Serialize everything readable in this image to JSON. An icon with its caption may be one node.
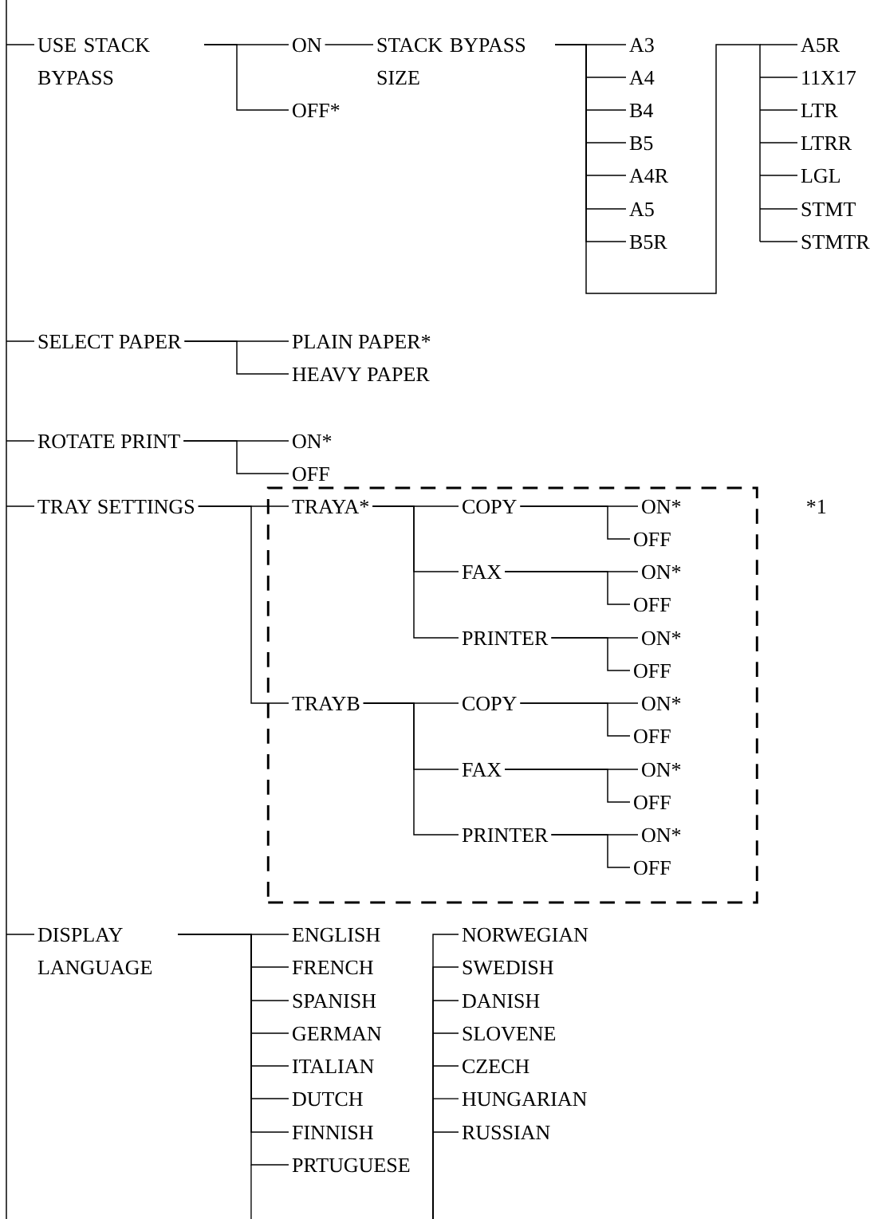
{
  "diagram": {
    "nodes": [
      {
        "text": [
          "USE STACK BYPASS"
        ]
      },
      {
        "text": [
          "ON"
        ]
      },
      {
        "text": [
          "OFF*"
        ]
      },
      {
        "text": [
          "STACK BYPASS SIZE"
        ]
      },
      {
        "text": [
          "A3"
        ]
      },
      {
        "text": [
          "A4"
        ]
      },
      {
        "text": [
          "B4"
        ]
      },
      {
        "text": [
          "B5"
        ]
      },
      {
        "text": [
          "A4R"
        ]
      },
      {
        "text": [
          "A5"
        ]
      },
      {
        "text": [
          "B5R"
        ]
      },
      {
        "text": [
          "A5R"
        ]
      },
      {
        "text": [
          "11X17"
        ]
      },
      {
        "text": [
          "LTR"
        ]
      },
      {
        "text": [
          "LTRR"
        ]
      },
      {
        "text": [
          "LGL"
        ]
      },
      {
        "text": [
          "STMT"
        ]
      },
      {
        "text": [
          "STMTR"
        ]
      },
      {
        "text": [
          "SELECT PAPER"
        ]
      },
      {
        "text": [
          "PLAIN PAPER*"
        ]
      },
      {
        "text": [
          "HEAVY PAPER"
        ]
      },
      {
        "text": [
          "ROTATE PRINT"
        ]
      },
      {
        "text": [
          "ON*"
        ]
      },
      {
        "text": [
          "OFF"
        ]
      },
      {
        "text": [
          "TRAY SETTINGS"
        ]
      },
      {
        "text": [],
        "shape": "box",
        "beside": [
          "*1"
        ]
      },
      {
        "text": [
          "TRAYA*"
        ],
        "in": 25
      },
      {
        "text": [
          "COPY"
        ],
        "in": 25
      },
      {
        "text": [
          "ON*"
        ],
        "in": 25
      },
      {
        "text": [
          "OFF"
        ],
        "in": 25
      },
      {
        "text": [
          "FAX"
        ],
        "in": 25
      },
      {
        "text": [
          "ON*"
        ],
        "in": 25
      },
      {
        "text": [
          "OFF"
        ],
        "in": 25
      },
      {
        "text": [
          "PRINTER"
        ],
        "in": 25
      },
      {
        "text": [
          "ON*"
        ],
        "in": 25
      },
      {
        "text": [
          "OFF"
        ],
        "in": 25
      },
      {
        "text": [
          "TRAYB"
        ],
        "in": 25
      },
      {
        "text": [
          "COPY"
        ],
        "in": 25
      },
      {
        "text": [
          "ON*"
        ],
        "in": 25
      },
      {
        "text": [
          "OFF"
        ],
        "in": 25
      },
      {
        "text": [
          "FAX"
        ],
        "in": 25
      },
      {
        "text": [
          "ON*"
        ],
        "in": 25
      },
      {
        "text": [
          "OFF"
        ],
        "in": 25
      },
      {
        "text": [
          "PRINTER"
        ],
        "in": 25
      },
      {
        "text": [
          "ON*"
        ],
        "in": 25
      },
      {
        "text": [
          "OFF"
        ],
        "in": 25
      },
      {
        "text": [
          "DISPLAY LANGUAGE"
        ]
      },
      {
        "text": [
          "ENGLISH"
        ]
      },
      {
        "text": [
          "FRENCH"
        ]
      },
      {
        "text": [
          "SPANISH"
        ]
      },
      {
        "text": [
          "GERMAN"
        ]
      },
      {
        "text": [
          "ITALIAN"
        ]
      },
      {
        "text": [
          "DUTCH"
        ]
      },
      {
        "text": [
          "FINNISH"
        ]
      },
      {
        "text": [
          "PRTUGUESE"
        ]
      },
      {
        "text": [
          "NORWEGIAN"
        ]
      },
      {
        "text": [
          "SWEDISH"
        ]
      },
      {
        "text": [
          "DANISH"
        ]
      },
      {
        "text": [
          "SLOVENE"
        ]
      },
      {
        "text": [
          "CZECH"
        ]
      },
      {
        "text": [
          "HUNGARIAN"
        ]
      },
      {
        "text": [
          "RUSSIAN"
        ]
      }
    ],
    "edges": [
      {
        "from": null,
        "to": 0,
        "arrow": "none"
      },
      {
        "from": 0,
        "to": 1,
        "arrow": "none"
      },
      {
        "from": 0,
        "to": 2,
        "arrow": "none"
      },
      {
        "from": 1,
        "to": 3,
        "arrow": "none"
      },
      {
        "from": 3,
        "to": 4,
        "arrow": "none"
      },
      {
        "from": 3,
        "to": 5,
        "arrow": "none"
      },
      {
        "from": 3,
        "to": 6,
        "arrow": "none"
      },
      {
        "from": 3,
        "to": 7,
        "arrow": "none"
      },
      {
        "from": 3,
        "to": 8,
        "arrow": "none"
      },
      {
        "from": 3,
        "to": 9,
        "arrow": "none"
      },
      {
        "from": 3,
        "to": 10,
        "arrow": "none"
      },
      {
        "from": 3,
        "to": 11,
        "arrow": "none"
      },
      {
        "from": 3,
        "to": 12,
        "arrow": "none"
      },
      {
        "from": 3,
        "to": 13,
        "arrow": "none"
      },
      {
        "from": 3,
        "to": 14,
        "arrow": "none"
      },
      {
        "from": 3,
        "to": 15,
        "arrow": "none"
      },
      {
        "from": 3,
        "to": 16,
        "arrow": "none"
      },
      {
        "from": 3,
        "to": 17,
        "arrow": "none"
      },
      {
        "from": null,
        "to": 18,
        "arrow": "none"
      },
      {
        "from": 18,
        "to": 19,
        "arrow": "none"
      },
      {
        "from": 18,
        "to": 20,
        "arrow": "none"
      },
      {
        "from": null,
        "to": 21,
        "arrow": "none"
      },
      {
        "from": 21,
        "to": 22,
        "arrow": "none"
      },
      {
        "from": 21,
        "to": 23,
        "arrow": "none"
      },
      {
        "from": null,
        "to": 24,
        "arrow": "none"
      },
      {
        "from": 24,
        "to": 26,
        "arrow": "none"
      },
      {
        "from": 24,
        "to": 36,
        "arrow": "none"
      },
      {
        "from": 26,
        "to": 27,
        "arrow": "none"
      },
      {
        "from": 26,
        "to": 30,
        "arrow": "none"
      },
      {
        "from": 26,
        "to": 33,
        "arrow": "none"
      },
      {
        "from": 27,
        "to": 28,
        "arrow": "none"
      },
      {
        "from": 27,
        "to": 29,
        "arrow": "none"
      },
      {
        "from": 30,
        "to": 31,
        "arrow": "none"
      },
      {
        "from": 30,
        "to": 32,
        "arrow": "none"
      },
      {
        "from": 33,
        "to": 34,
        "arrow": "none"
      },
      {
        "from": 33,
        "to": 35,
        "arrow": "none"
      },
      {
        "from": 36,
        "to": 37,
        "arrow": "none"
      },
      {
        "from": 36,
        "to": 40,
        "arrow": "none"
      },
      {
        "from": 36,
        "to": 43,
        "arrow": "none"
      },
      {
        "from": 37,
        "to": 38,
        "arrow": "none"
      },
      {
        "from": 37,
        "to": 39,
        "arrow": "none"
      },
      {
        "from": 40,
        "to": 41,
        "arrow": "none"
      },
      {
        "from": 40,
        "to": 42,
        "arrow": "none"
      },
      {
        "from": 43,
        "to": 44,
        "arrow": "none"
      },
      {
        "from": 43,
        "to": 45,
        "arrow": "none"
      },
      {
        "from": null,
        "to": 46,
        "arrow": "none"
      },
      {
        "from": 46,
        "to": 47,
        "arrow": "none"
      },
      {
        "from": 46,
        "to": 48,
        "arrow": "none"
      },
      {
        "from": 46,
        "to": 49,
        "arrow": "none"
      },
      {
        "from": 46,
        "to": 50,
        "arrow": "none"
      },
      {
        "from": 46,
        "to": 51,
        "arrow": "none"
      },
      {
        "from": 46,
        "to": 52,
        "arrow": "none"
      },
      {
        "from": 46,
        "to": 53,
        "arrow": "none"
      },
      {
        "from": 46,
        "to": 54,
        "arrow": "none"
      },
      {
        "from": null,
        "to": 55,
        "arrow": "none"
      },
      {
        "from": null,
        "to": 56,
        "arrow": "none"
      },
      {
        "from": null,
        "to": 57,
        "arrow": "none"
      },
      {
        "from": null,
        "to": 58,
        "arrow": "none"
      },
      {
        "from": null,
        "to": 59,
        "arrow": "none"
      },
      {
        "from": null,
        "to": 60,
        "arrow": "none"
      },
      {
        "from": null,
        "to": 61,
        "arrow": "none"
      }
    ]
  }
}
